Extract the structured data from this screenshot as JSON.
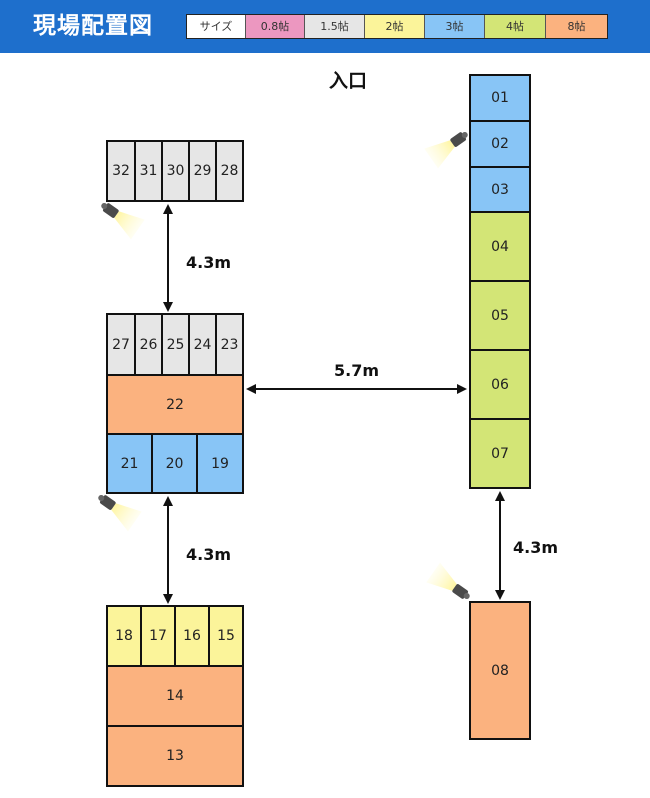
{
  "title": "現場配置図",
  "legend": {
    "label": "サイズ",
    "sizes": [
      {
        "label": "0.8帖",
        "color": "#ec97c0"
      },
      {
        "label": "1.5帖",
        "color": "#e6e6e6"
      },
      {
        "label": "2帖",
        "color": "#fbf49a"
      },
      {
        "label": "3帖",
        "color": "#88c5f6"
      },
      {
        "label": "4帖",
        "color": "#d3e576"
      },
      {
        "label": "8帖",
        "color": "#fbb27f"
      }
    ]
  },
  "entrance_label": "入口",
  "units": {
    "u01": "01",
    "u02": "02",
    "u03": "03",
    "u04": "04",
    "u05": "05",
    "u06": "06",
    "u07": "07",
    "u08": "08",
    "u13": "13",
    "u14": "14",
    "u15": "15",
    "u16": "16",
    "u17": "17",
    "u18": "18",
    "u19": "19",
    "u20": "20",
    "u21": "21",
    "u22": "22",
    "u23": "23",
    "u24": "24",
    "u25": "25",
    "u26": "26",
    "u27": "27",
    "u28": "28",
    "u29": "29",
    "u30": "30",
    "u31": "31",
    "u32": "32"
  },
  "distances": {
    "top_gap": "4.3m",
    "middle_gap": "5.7m",
    "lower_gap": "4.3m",
    "right_gap": "4.3m"
  },
  "icons": {
    "light": "floodlight-icon"
  }
}
